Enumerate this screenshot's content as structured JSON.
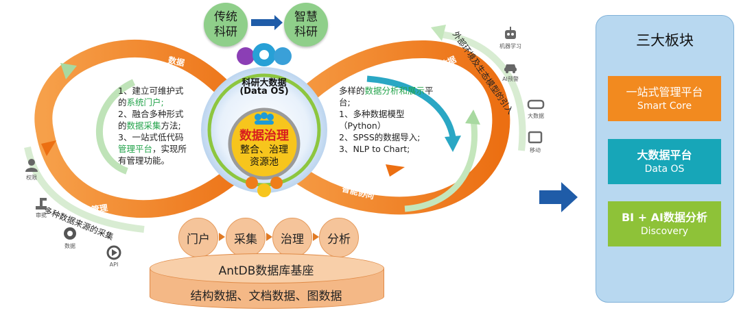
{
  "top": {
    "left_circle": [
      "传统",
      "科研"
    ],
    "right_circle": [
      "智慧",
      "科研"
    ]
  },
  "center": {
    "title": "科研大数据",
    "subtitle": "(Data OS)",
    "core_title": "数据治理",
    "core_line1": "整合、治理",
    "core_line2": "资源池"
  },
  "loop_labels": {
    "left_top": "数据",
    "left_bottom": "管理",
    "right_top": "数据",
    "right_bottom": "智能协同"
  },
  "left_text": [
    {
      "plain": "1、建立可维护式"
    },
    {
      "plain": "的",
      "green": "系统门户;"
    },
    {
      "plain": "2、融合多种形式"
    },
    {
      "plain": "的",
      "green": "数据采集",
      "tail": "方法;"
    },
    {
      "plain": "3、一站式低代码"
    },
    {
      "green": "管理平台",
      "tail": "，实现所"
    },
    {
      "plain": "有管理功能。"
    }
  ],
  "right_text": {
    "line1_prefix": "多样的",
    "line1_green": "数据分析和展示",
    "line1_tail": "平",
    "line2": "台;",
    "line3": "1、多种数据模型",
    "line4": "（Python）",
    "line5": "2、SPSS的数据导入;",
    "line6": "3、NLP to Chart;"
  },
  "left_arc_text": "多种数据来源的采集",
  "right_arc_text": "外部环境及生态模型的引入",
  "left_icons": [
    {
      "name": "权限",
      "icon": "user-icon"
    },
    {
      "name": "审批",
      "icon": "robot-arm-icon"
    },
    {
      "name": "数据",
      "icon": "gear-icon"
    },
    {
      "name": "API",
      "icon": "api-gear-icon"
    }
  ],
  "right_icons": [
    {
      "name": "机器学习",
      "icon": "robot-icon"
    },
    {
      "name": "AI预警",
      "icon": "car-icon"
    },
    {
      "name": "大数据",
      "icon": "vr-glasses-icon"
    },
    {
      "name": "移动",
      "icon": "tablet-icon"
    }
  ],
  "pipeline": [
    "门户",
    "采集",
    "治理",
    "分析"
  ],
  "database": {
    "title": "AntDB数据库基座",
    "subtitle": "结构数据、文档数据、图数据"
  },
  "panel": {
    "title": "三大板块",
    "blocks": [
      {
        "t1": "一站式管理平台",
        "t2": "Smart Core",
        "color": "#f28a1f"
      },
      {
        "t1": "大数据平台",
        "t2": "Data OS",
        "color": "#17a6b8"
      },
      {
        "t1": "BI + AI数据分析",
        "t2": "Discovery",
        "color": "#8ec238"
      }
    ]
  },
  "colors": {
    "orange": "#ef7d1a",
    "green_circle": "#8fcf8a",
    "blue_arrow": "#1f5ca8",
    "teal_arrow": "#2aa7c4",
    "core_yellow": "#f7c51d"
  }
}
